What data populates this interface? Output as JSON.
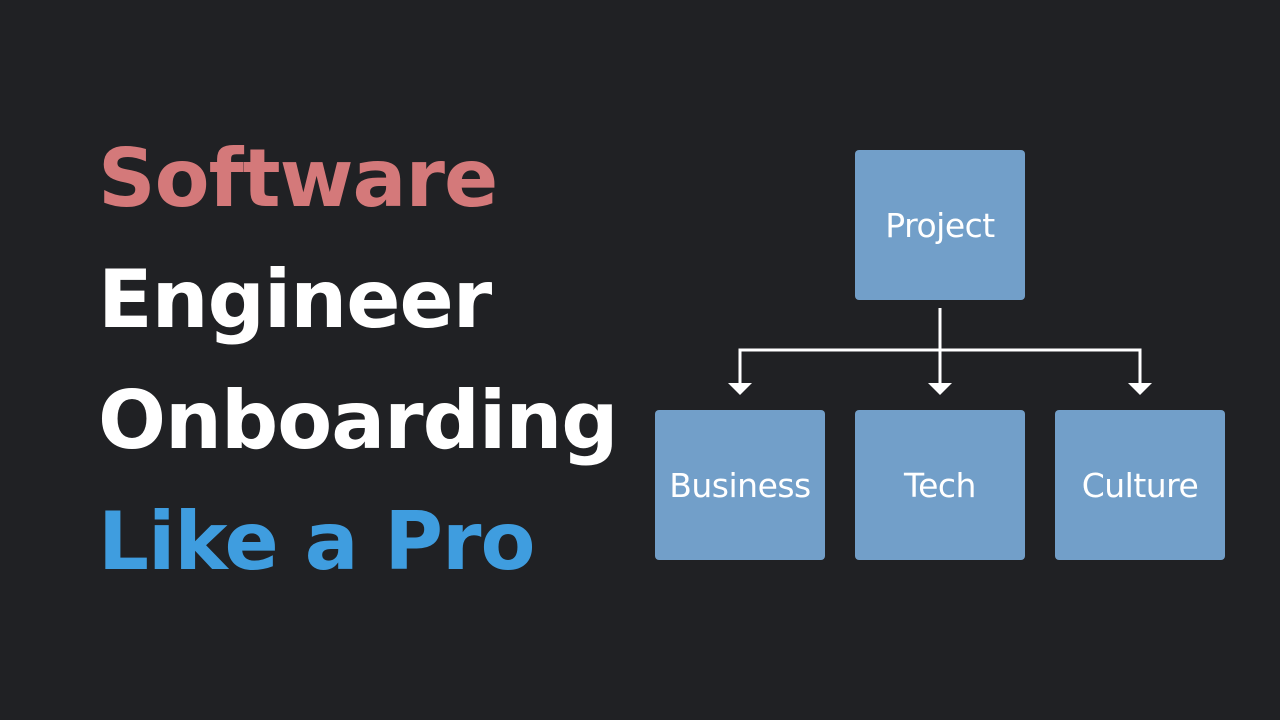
{
  "title": {
    "lines": [
      {
        "text": "Software",
        "color": "#d4797a"
      },
      {
        "text": "Engineer",
        "color": "#ffffff"
      },
      {
        "text": "Onboarding",
        "color": "#ffffff"
      },
      {
        "text": "Like a Pro",
        "color": "#3f9ddf"
      }
    ]
  },
  "diagram": {
    "type": "hierarchy",
    "root": {
      "label": "Project"
    },
    "children": [
      {
        "label": "Business"
      },
      {
        "label": "Tech"
      },
      {
        "label": "Culture"
      }
    ],
    "colors": {
      "background": "#202124",
      "node_fill": "#729fc9",
      "node_text": "#ffffff",
      "connector": "#ffffff"
    }
  }
}
